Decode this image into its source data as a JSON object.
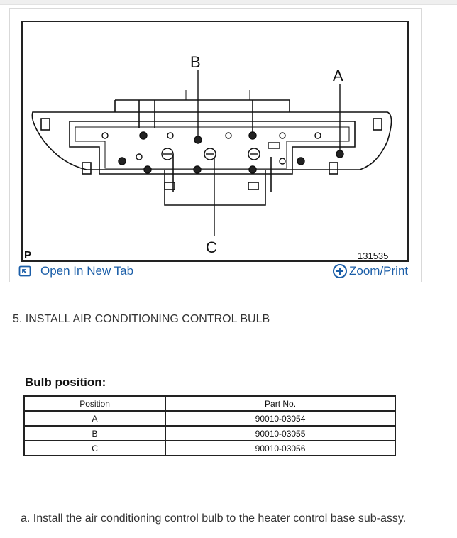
{
  "figure": {
    "callouts": {
      "a": "A",
      "b": "B",
      "c": "C"
    },
    "corner_label": "P",
    "figure_number": "131535"
  },
  "links": {
    "open_new_tab": "Open In New Tab",
    "zoom_print": "Zoom/Print"
  },
  "step_heading": "5. INSTALL AIR CONDITIONING CONTROL BULB",
  "bulb_title": "Bulb position:",
  "table": {
    "headers": [
      "Position",
      "Part No."
    ],
    "rows": [
      [
        "A",
        "90010-03054"
      ],
      [
        "B",
        "90010-03055"
      ],
      [
        "C",
        "90010-03056"
      ]
    ]
  },
  "note": "a. Install the air conditioning control bulb to the heater control base sub-assy.",
  "colors": {
    "link": "#1b5ea8",
    "text": "#333333"
  },
  "icons": {
    "open_tab": "open-new-tab-icon",
    "zoom": "plus-circle-icon"
  }
}
